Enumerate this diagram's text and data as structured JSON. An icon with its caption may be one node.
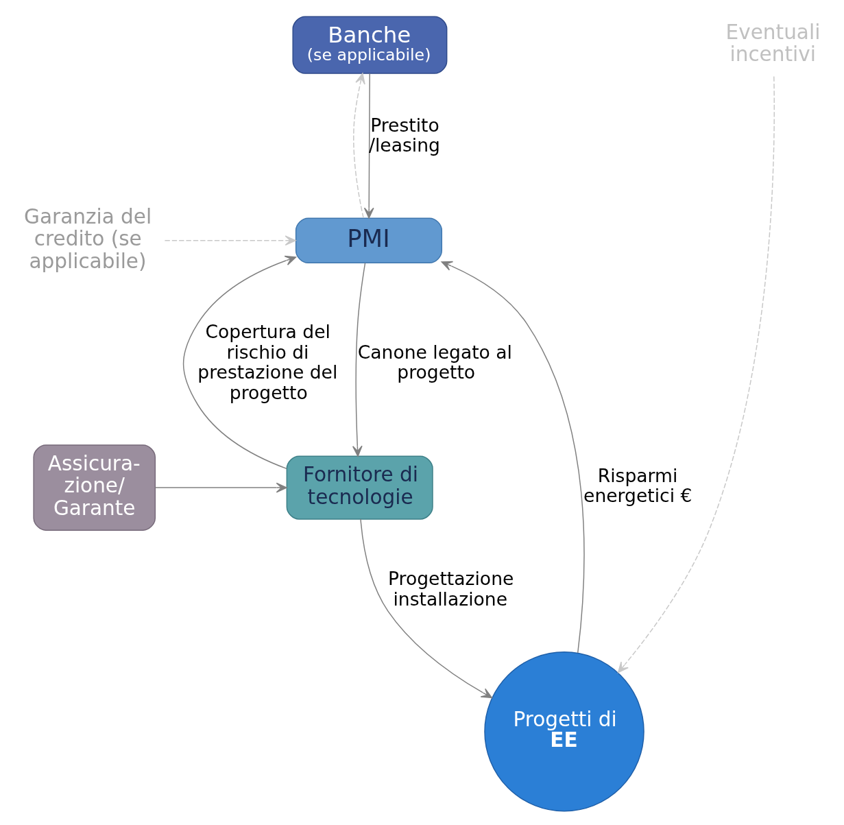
{
  "diagram": {
    "nodes": [
      {
        "text": [
          "Banche",
          "(se applicabile)"
        ]
      },
      {
        "text": [
          "PMI"
        ]
      },
      {
        "text": [
          "Fornitore di tecnologie"
        ]
      },
      {
        "text": [
          "Assicura- zione/ Garante"
        ]
      },
      {
        "text": [
          "Progetti di **EE**"
        ]
      },
      {
        "text": [
          "Garanzia del credito (se applicabile)"
        ]
      },
      {
        "text": [
          "Eventuali incentivi"
        ]
      }
    ],
    "edges": [
      {
        "from": 0,
        "to": 1,
        "arrow": "to",
        "label": "Prestito /leasing"
      },
      {
        "from": 1,
        "to": 0,
        "arrow": "to",
        "style": "dashed",
        "color": "#c8c8c8"
      },
      {
        "from": 5,
        "to": 1,
        "arrow": "to",
        "style": "dashed",
        "color": "#c8c8c8"
      },
      {
        "from": 1,
        "to": 2,
        "arrow": "to",
        "label": "Canone legato al progetto"
      },
      {
        "from": 2,
        "to": 1,
        "arrow": "to",
        "label": "Copertura del rischio di prestazione del progetto"
      },
      {
        "from": 4,
        "to": 1,
        "arrow": "to",
        "label": "Risparmi energetici €"
      },
      {
        "from": 6,
        "to": 4,
        "arrow": "to",
        "style": "dashed",
        "color": "#c8c8c8"
      },
      {
        "from": 3,
        "to": 2,
        "arrow": "to"
      },
      {
        "from": 2,
        "to": 4,
        "arrow": "to",
        "label": "Progettazione installazione"
      }
    ]
  }
}
